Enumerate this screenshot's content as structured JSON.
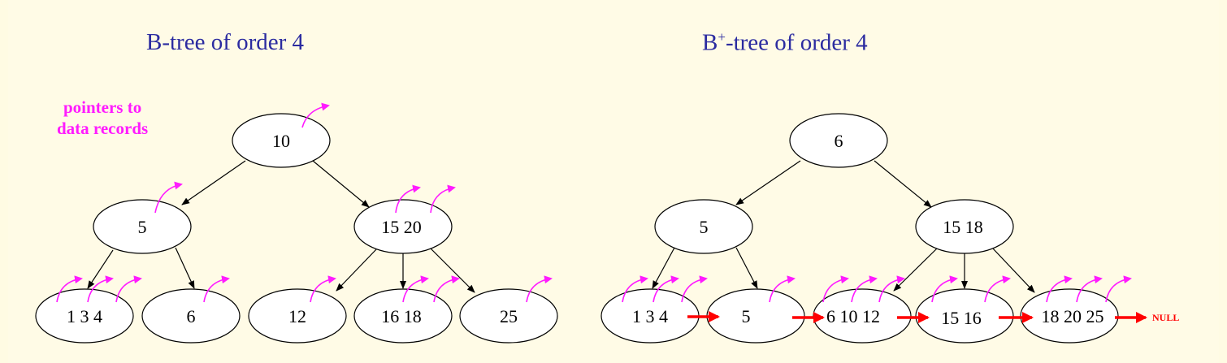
{
  "btree": {
    "title": "B-tree of order 4",
    "pointer_label_line1": "pointers to",
    "pointer_label_line2": "data records",
    "root": "10",
    "internal_left": "5",
    "internal_right": "15 20",
    "leaves": [
      "1 3 4",
      "6",
      "12",
      "16 18",
      "25"
    ]
  },
  "bplustree": {
    "title_base": "B",
    "title_sup": "+",
    "title_rest": "-tree of order 4",
    "root": "6",
    "internal_left": "5",
    "internal_right": "15 18",
    "leaves": [
      "1 3 4",
      "5",
      "6 10 12",
      "15 16",
      "18 20 25"
    ],
    "null_label": "NULL"
  },
  "colors": {
    "title": "#2b2ba0",
    "pointer": "#ff1bff",
    "leaf_link": "#ff0000",
    "background": "#fffbe6"
  }
}
